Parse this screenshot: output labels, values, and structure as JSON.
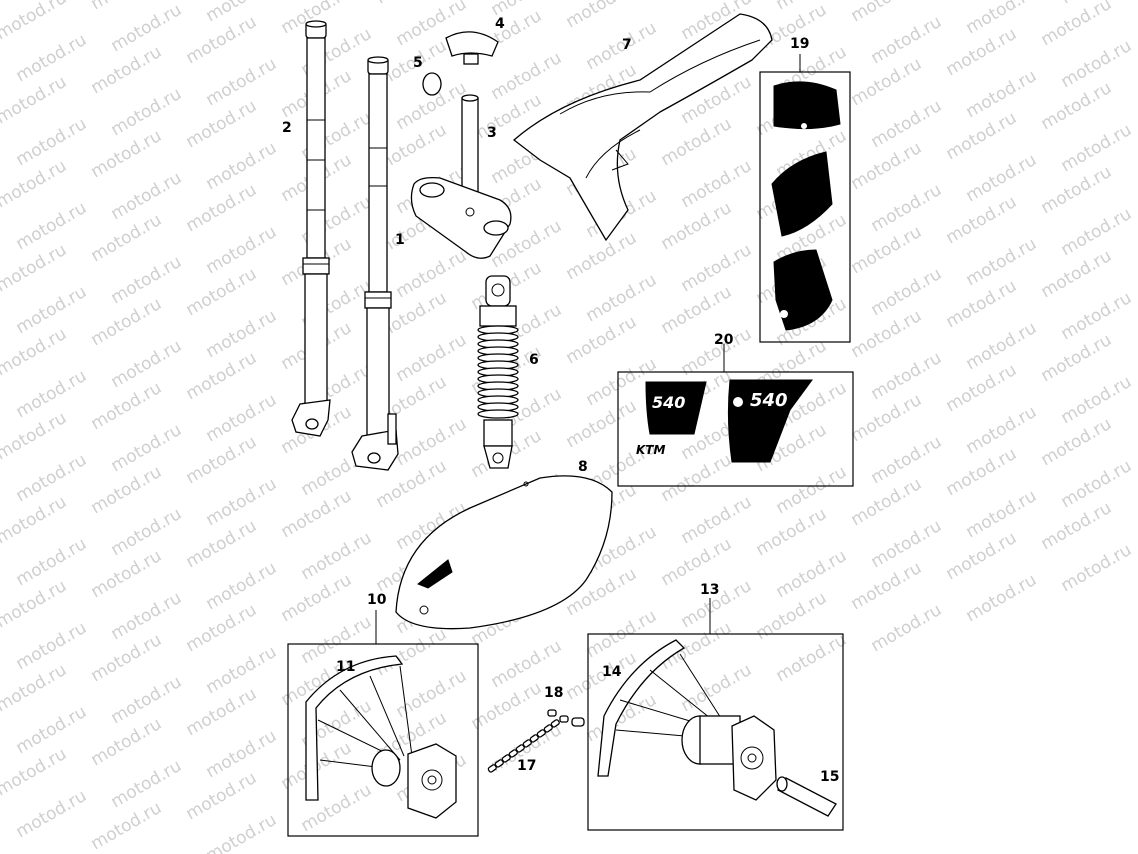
{
  "watermark": {
    "text": "motod.ru"
  },
  "callouts": {
    "n1": "1",
    "n2": "2",
    "n3": "3",
    "n4": "4",
    "n5": "5",
    "n6": "6",
    "n7": "7",
    "n8": "8",
    "n10": "10",
    "n11": "11",
    "n13": "13",
    "n14": "14",
    "n15": "15",
    "n17": "17",
    "n18": "18",
    "n19": "19",
    "n20": "20"
  },
  "decals": {
    "number_small": "540",
    "number_large": "540",
    "brand": "KTM"
  }
}
